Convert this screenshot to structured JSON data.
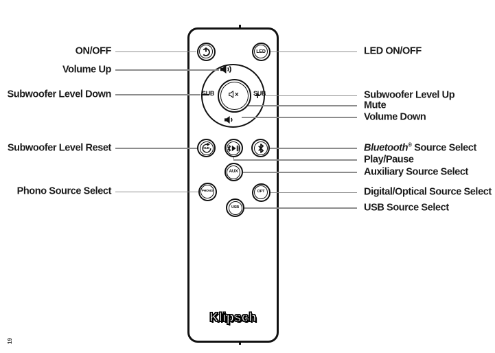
{
  "page": {
    "corner_text": "19"
  },
  "callouts": {
    "left": [
      {
        "label": "ON/OFF"
      },
      {
        "label": "Volume Up"
      },
      {
        "label": "Subwoofer Level Down"
      },
      {
        "label": "Subwoofer Level Reset"
      },
      {
        "label": "Phono Source Select"
      }
    ],
    "right": [
      {
        "label": "LED ON/OFF"
      },
      {
        "label": "Subwoofer Level Up"
      },
      {
        "label": "Mute"
      },
      {
        "label": "Volume Down"
      },
      {
        "label_italic": "Bluetooth",
        "label_sup": "®",
        "label_rest": " Source Select"
      },
      {
        "label": "Play/Pause"
      },
      {
        "label": "Auxiliary Source Select"
      },
      {
        "label": "Digital/Optical Source Select"
      },
      {
        "label": "USB Source Select"
      }
    ]
  },
  "remote": {
    "logo": "Klipsch",
    "buttons": {
      "power": {
        "icon": "power-icon"
      },
      "led": {
        "label": "LED"
      },
      "sub_reset": {
        "label": "SUB",
        "icon": "reset-arrow-icon"
      },
      "bt_play": {
        "icon": "bluetooth-play-pause-icon"
      },
      "bluetooth": {
        "icon": "bluetooth-icon"
      },
      "aux": {
        "label": "AUX"
      },
      "phono": {
        "label": "PHONO"
      },
      "opt": {
        "label": "OPT"
      },
      "usb": {
        "label": "USB"
      },
      "pad": {
        "sub_down_label": "SUB",
        "sub_up_label": "SUB",
        "sub_up_plus": "+",
        "icons": [
          "volume-up-icon",
          "mute-icon",
          "volume-down-icon"
        ]
      }
    }
  },
  "colors": {
    "background": "#ffffff",
    "ink": "#111111",
    "callout_line": "#8c8c8c"
  }
}
